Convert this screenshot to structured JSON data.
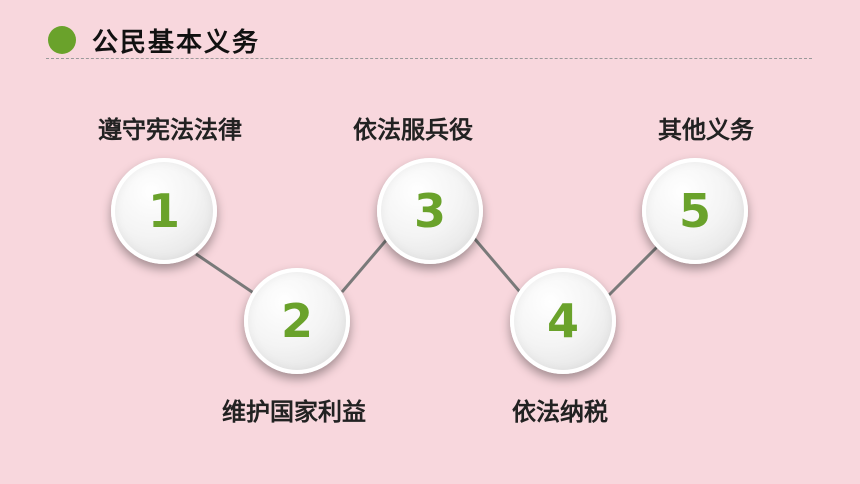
{
  "header": {
    "title": "公民基本义务"
  },
  "duties": [
    {
      "number": "1",
      "label": "遵守宪法法律"
    },
    {
      "number": "2",
      "label": "维护国家利益"
    },
    {
      "number": "3",
      "label": "依法服兵役"
    },
    {
      "number": "4",
      "label": "依法纳税"
    },
    {
      "number": "5",
      "label": "其他义务"
    }
  ],
  "colors": {
    "accent": "#6aa22b",
    "background": "#f8d7dd",
    "connector": "#7a7a7a"
  }
}
